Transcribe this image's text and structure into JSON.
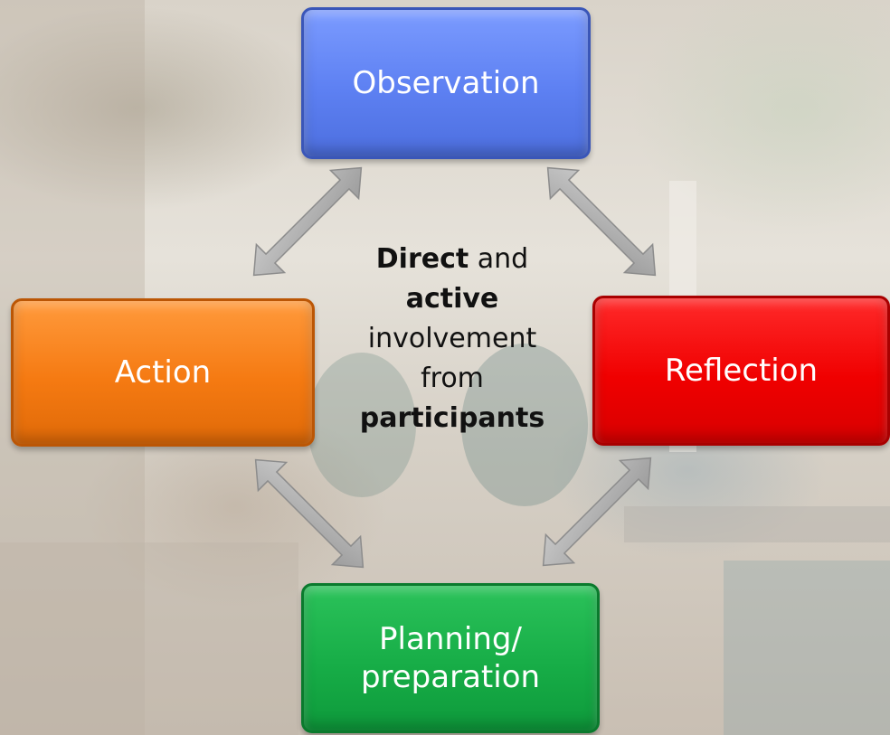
{
  "diagram": {
    "nodes": {
      "observation": "Observation",
      "action": "Action",
      "reflection": "Reflection",
      "planning_line1": "Planning/",
      "planning_line2": "preparation"
    },
    "center": {
      "w1": "Direct",
      "w2": " and",
      "w3": "active",
      "w4": "involvement",
      "w5": "from",
      "w6": "participants"
    },
    "colors": {
      "observation": "#5d80f2",
      "action": "#f57a12",
      "reflection": "#f00000",
      "planning": "#17ad47",
      "arrow": "#a9a9a9"
    },
    "arrows": [
      "observation-action",
      "observation-reflection",
      "action-planning",
      "reflection-planning"
    ]
  }
}
